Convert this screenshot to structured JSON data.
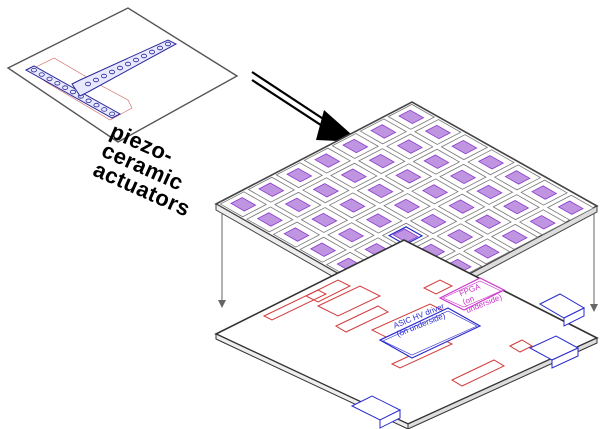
{
  "labels": {
    "actuators_line1": "piezo-",
    "actuators_line2": "ceramic",
    "actuators_line3": "actuators"
  },
  "board": {
    "asic_line1": "ASIC HV driver",
    "asic_line2": "(on underside)",
    "fpga_line1": "FPGA",
    "fpga_line2": "(on",
    "fpga_line3": "underside)"
  },
  "colors": {
    "outline": "#606060",
    "actuator": "#8a3cc8",
    "actuator_dots": "#2a2a99",
    "red_trace": "#d23c3c",
    "asic_blue": "#2a2acc",
    "fpga_magenta": "#cc33cc"
  },
  "grid": {
    "rows": 7,
    "cols": 7
  }
}
